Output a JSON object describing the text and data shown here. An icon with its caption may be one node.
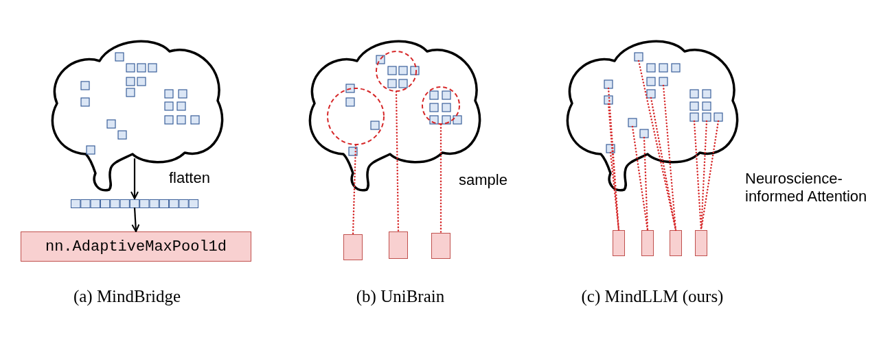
{
  "diagram": {
    "nodes": [
      {
        "text": [],
        "shape": "picture"
      },
      {
        "text": [],
        "shape": "bar"
      },
      {
        "text": [
          "nn.AdaptiveMaxPool1d"
        ]
      },
      {
        "text": [],
        "shape": "picture"
      },
      {
        "text": [],
        "shape": "circle",
        "in": 3
      },
      {
        "text": [],
        "shape": "circle",
        "in": 3
      },
      {
        "text": [],
        "shape": "circle",
        "in": 3
      },
      {
        "text": [],
        "shape": "box"
      },
      {
        "text": [],
        "shape": "box"
      },
      {
        "text": [],
        "shape": "box"
      },
      {
        "text": [],
        "shape": "picture"
      },
      {
        "text": [],
        "shape": "box"
      },
      {
        "text": [],
        "shape": "box"
      },
      {
        "text": [],
        "shape": "box"
      },
      {
        "text": [],
        "shape": "box"
      }
    ],
    "edges": [
      {
        "from": 0,
        "to": 1,
        "arrow": "to",
        "label": "flatten",
        "color": "#000000"
      },
      {
        "from": 1,
        "to": 2,
        "arrow": "to",
        "color": "#000000"
      },
      {
        "from": 4,
        "to": 7,
        "arrow": "none",
        "style": "dashed",
        "color": "#d62728"
      },
      {
        "from": 5,
        "to": 8,
        "arrow": "none",
        "style": "dashed",
        "color": "#d62728"
      },
      {
        "from": 6,
        "to": 9,
        "arrow": "none",
        "style": "dashed",
        "color": "#d62728"
      },
      {
        "from": 10,
        "to": 11,
        "arrow": "none",
        "style": "dashed",
        "color": "#d62728"
      },
      {
        "from": 10,
        "to": 12,
        "arrow": "none",
        "style": "dashed",
        "color": "#d62728"
      },
      {
        "from": 10,
        "to": 13,
        "arrow": "none",
        "style": "dashed",
        "color": "#d62728"
      },
      {
        "from": 10,
        "to": 14,
        "arrow": "none",
        "style": "dashed",
        "color": "#d62728"
      }
    ],
    "labels": [
      "sample",
      "Neuroscience-informed Attention",
      "(a) MindBridge",
      "(b) UniBrain",
      "(c) MindLLM (ours)"
    ]
  }
}
